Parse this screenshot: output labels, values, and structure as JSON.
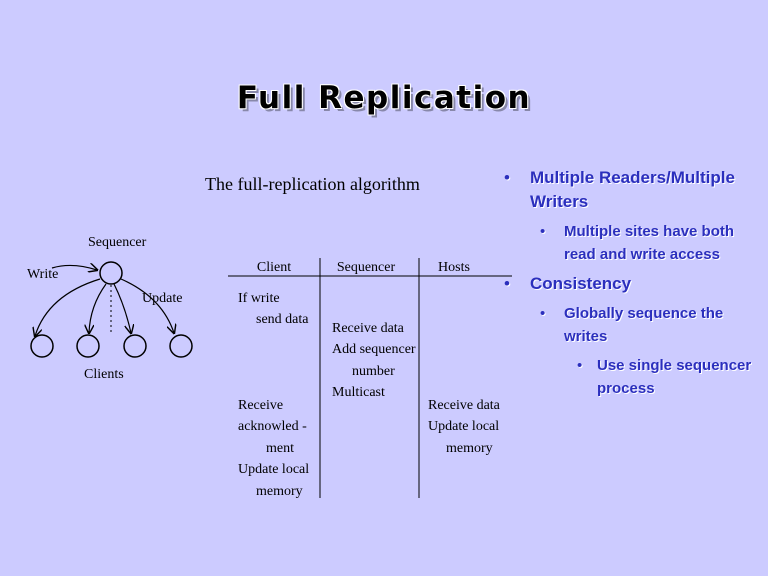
{
  "slide": {
    "title": "Full Replication"
  },
  "figure": {
    "caption": "The full-replication algorithm",
    "labels": {
      "sequencer": "Sequencer",
      "write": "Write",
      "update": "Update",
      "clients": "Clients"
    },
    "table": {
      "headers": [
        "Client",
        "Sequencer",
        "Hosts"
      ],
      "client": [
        "If write",
        "send data",
        "Receive",
        "acknowled -",
        "ment",
        "Update local",
        "memory"
      ],
      "sequencer": [
        "Receive data",
        "Add sequencer",
        "number",
        "Multicast"
      ],
      "hosts": [
        "Receive data",
        "Update local",
        "memory"
      ]
    }
  },
  "bullets": [
    {
      "level": 1,
      "text": "Multiple Readers/Multiple Writers"
    },
    {
      "level": 2,
      "text": "Multiple sites have both read and write access"
    },
    {
      "level": 1,
      "text": "Consistency"
    },
    {
      "level": 2,
      "text": "Globally sequence the writes"
    },
    {
      "level": 3,
      "text": "Use single sequencer process"
    }
  ],
  "colors": {
    "background": "#cccbff",
    "bullet_text": "#2b2fbd"
  }
}
